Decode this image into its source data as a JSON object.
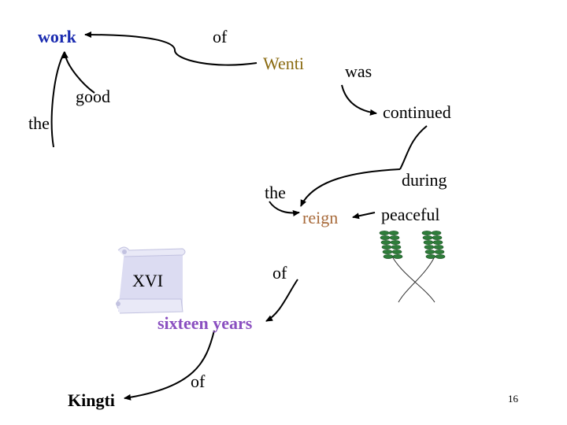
{
  "colors": {
    "work": "#1a2bb0",
    "wenti": "#8a6a10",
    "reign": "#a86a3a",
    "sixteen_years": "#8a4fc0",
    "text": "#000000",
    "arrow": "#000000",
    "scroll_fill": "#dcdcf2",
    "wheat_green": "#2e7d3a"
  },
  "words": {
    "work": "work",
    "of_top": "of",
    "wenti": "Wenti",
    "was": "was",
    "good": "good",
    "the_left": "the",
    "continued": "continued",
    "during": "during",
    "the_mid": "the",
    "reign": "reign",
    "peaceful": "peaceful",
    "of_mid": "of",
    "xvi": "XVI",
    "sixteen_years": "sixteen years",
    "of_bottom": "of",
    "kingti": "Kingti"
  },
  "page_number": "16",
  "icons": {
    "scroll": "scroll-icon",
    "wheat": "wheat-icon"
  }
}
